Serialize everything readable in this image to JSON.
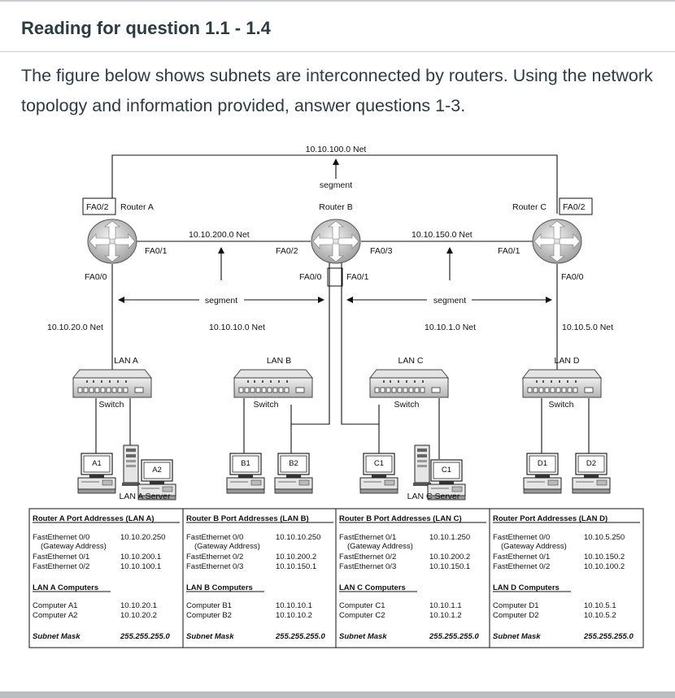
{
  "heading": "Reading for question 1.1 - 1.4",
  "intro": "The figure below shows subnets are interconnected by routers. Using the network topology and information provided, answer questions 1-3.",
  "diagram": {
    "top_net": "10.10.100.0 Net",
    "top_segment": "segment",
    "router_a": "Router A",
    "router_b": "Router B",
    "router_c": "Router C",
    "ra_fa02": "FA0/2",
    "ra_fa01": "FA0/1",
    "ra_fa00": "FA0/0",
    "rb_fa02": "FA0/2",
    "rb_fa03": "FA0/3",
    "rb_fa00": "FA0/0",
    "rb_fa01": "FA0/1",
    "rc_fa02": "FA0/2",
    "rc_fa01": "FA0/1",
    "rc_fa00": "FA0/0",
    "net_200": "10.10.200.0 Net",
    "net_150": "10.10.150.0 Net",
    "seg_left": "segment",
    "seg_right": "segment",
    "net_20": "10.10.20.0 Net",
    "net_10": "10.10.10.0 Net",
    "net_1": "10.10.1.0 Net",
    "net_5": "10.10.5.0 Net",
    "lan_a": "LAN A",
    "lan_b": "LAN B",
    "lan_c": "LAN C",
    "lan_d": "LAN D",
    "switch": "Switch",
    "pc_a1": "A1",
    "pc_a2": "A2",
    "pc_b1": "B1",
    "pc_b2": "B2",
    "pc_c1": "C1",
    "pc_c1b": "C1",
    "pc_d1": "D1",
    "pc_d2": "D2",
    "lan_a_server": "LAN A Server",
    "lan_c_server": "LAN C Server"
  },
  "table": {
    "columns": [
      {
        "port_header": "Router A Port Addresses (LAN A)",
        "ports": [
          {
            "name": "FastEthernet 0/0",
            "addr": "10.10.20.250"
          },
          {
            "name": "(Gateway Address)",
            "addr": "",
            "indent": true
          },
          {
            "name": "FastEthernet 0/1",
            "addr": "10.10.200.1"
          },
          {
            "name": "FastEthernet 0/2",
            "addr": "10.10.100.1"
          }
        ],
        "computers_header": "LAN A Computers",
        "computers": [
          {
            "name": "Computer A1",
            "addr": "10.10.20.1"
          },
          {
            "name": "Computer A2",
            "addr": "10.10.20.2"
          }
        ],
        "mask_label": "Subnet Mask",
        "mask": "255.255.255.0"
      },
      {
        "port_header": "Router B Port Addresses (LAN B)",
        "ports": [
          {
            "name": "FastEthernet 0/0",
            "addr": "10.10.10.250"
          },
          {
            "name": "(Gateway Address)",
            "addr": "",
            "indent": true
          },
          {
            "name": "FastEthernet 0/2",
            "addr": "10.10.200.2"
          },
          {
            "name": "FastEthernet 0/3",
            "addr": "10.10.150.1"
          }
        ],
        "computers_header": "LAN B Computers",
        "computers": [
          {
            "name": "Computer B1",
            "addr": "10.10.10.1"
          },
          {
            "name": "Computer B2",
            "addr": "10.10.10.2"
          }
        ],
        "mask_label": "Subnet Mask",
        "mask": "255.255.255.0"
      },
      {
        "port_header": "Router B Port Addresses (LAN C)",
        "ports": [
          {
            "name": "FastEthernet 0/1",
            "addr": "10.10.1.250"
          },
          {
            "name": "(Gateway Address)",
            "addr": "",
            "indent": true
          },
          {
            "name": "FastEthernet 0/2",
            "addr": "10.10.200.2"
          },
          {
            "name": "FastEthernet 0/3",
            "addr": "10.10.150.1"
          }
        ],
        "computers_header": "LAN C Computers",
        "computers": [
          {
            "name": "Computer C1",
            "addr": "10.10.1.1"
          },
          {
            "name": "Computer C2",
            "addr": "10.10.1.2"
          }
        ],
        "mask_label": "Subnet Mask",
        "mask": "255.255.255.0"
      },
      {
        "port_header": "Router Port Addresses (LAN D)",
        "ports": [
          {
            "name": "FastEthernet 0/0",
            "addr": "10.10.5.250"
          },
          {
            "name": "(Gateway Address)",
            "addr": "",
            "indent": true
          },
          {
            "name": "FastEthernet 0/1",
            "addr": "10.10.150.2"
          },
          {
            "name": "FastEthernet 0/2",
            "addr": "10.10.100.2"
          }
        ],
        "computers_header": "LAN D Computers",
        "computers": [
          {
            "name": "Computer D1",
            "addr": "10.10.5.1"
          },
          {
            "name": "Computer D2",
            "addr": "10.10.5.2"
          }
        ],
        "mask_label": "Subnet Mask",
        "mask": "255.255.255.0"
      }
    ]
  }
}
